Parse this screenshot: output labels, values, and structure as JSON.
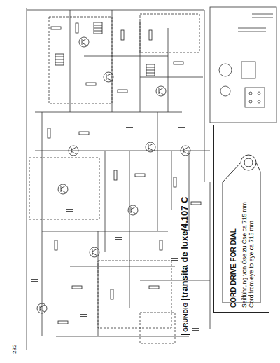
{
  "diagram": {
    "title": "transita de luxe/4.107 C",
    "nodes": [
      {
        "text": [
          "CORD DRIVE FOR DIAL",
          "Seilführung von Öse zu Öse ca 715 mm Cord from eye to eye ca 715 mm"
        ]
      }
    ],
    "labels": [
      "GRUNDIG",
      "282"
    ]
  }
}
